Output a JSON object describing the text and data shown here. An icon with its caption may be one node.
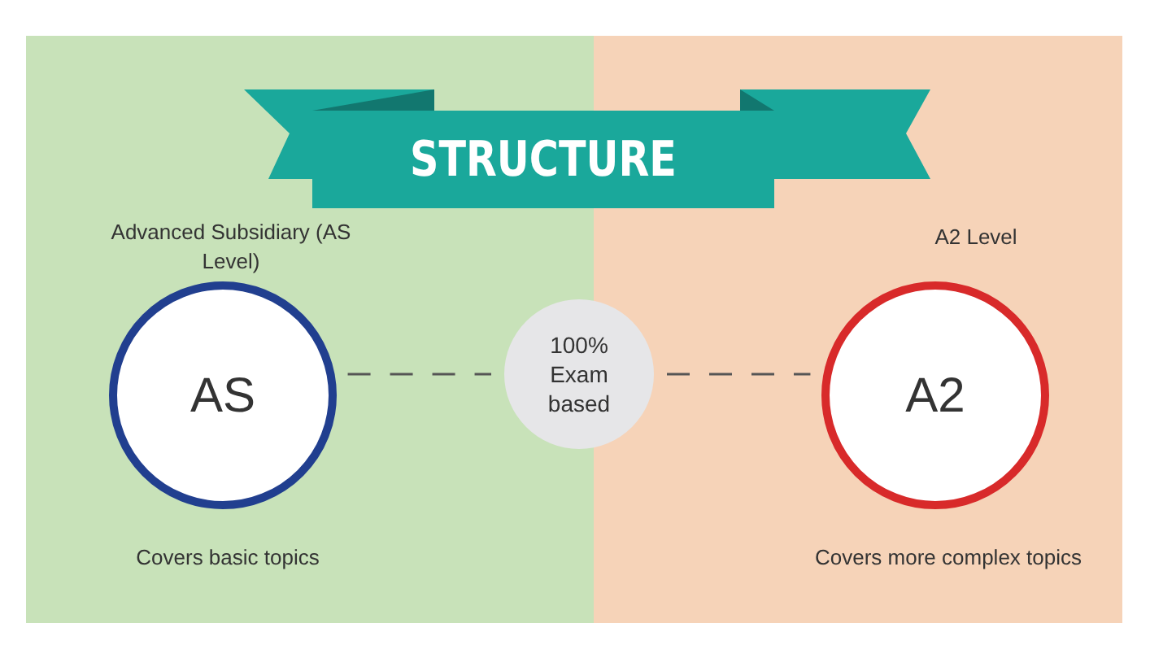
{
  "diagram": {
    "title": "STRUCTURE",
    "nodes": [
      {
        "text": [
          "AS"
        ],
        "beside": [
          "Advanced Subsidiary (AS Level)",
          "Covers basic topics"
        ]
      },
      {
        "text": [
          "100% Exam based"
        ]
      },
      {
        "text": [
          "A2"
        ],
        "beside": [
          "A2 Level",
          "Covers more complex topics"
        ]
      }
    ],
    "edges": [
      {
        "from": 0,
        "to": 1,
        "arrow": "none",
        "style": "dashed"
      },
      {
        "from": 1,
        "to": 2,
        "arrow": "none",
        "style": "dashed"
      }
    ]
  }
}
